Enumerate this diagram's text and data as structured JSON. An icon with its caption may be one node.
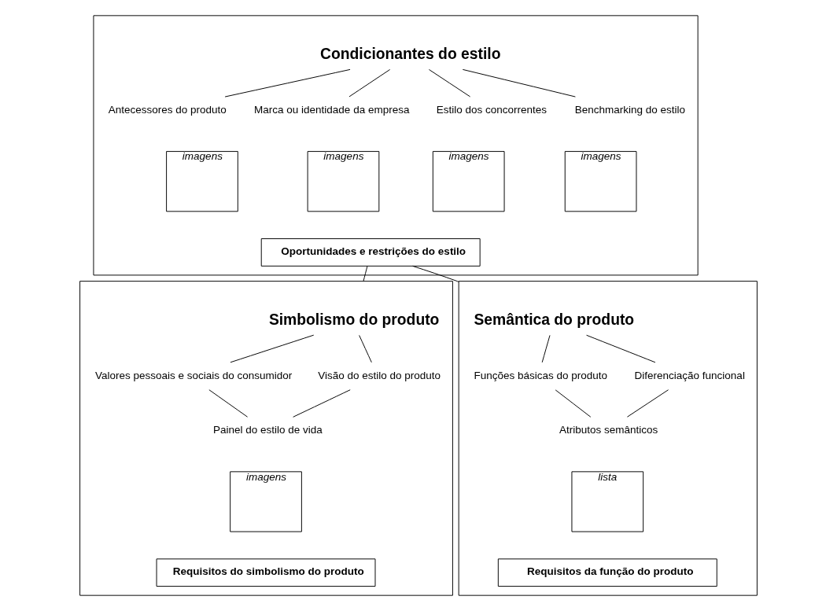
{
  "diagram": {
    "nodes": [
      {
        "text": [],
        "shape": "box"
      },
      {
        "text": [
          "Condicionantes do estilo"
        ],
        "in": 0
      },
      {
        "text": [
          "Antecessores do produto"
        ],
        "in": 0
      },
      {
        "text": [
          "Marca ou identidade da empresa"
        ],
        "in": 0
      },
      {
        "text": [
          "Estilo dos concorrentes"
        ],
        "in": 0
      },
      {
        "text": [
          "Benchmarking do estilo"
        ],
        "in": 0
      },
      {
        "text": [
          "imagens"
        ],
        "in": 0
      },
      {
        "text": [
          "imagens"
        ],
        "in": 0
      },
      {
        "text": [
          "imagens"
        ],
        "in": 0
      },
      {
        "text": [
          "imagens"
        ],
        "in": 0
      },
      {
        "text": [
          "Oportunidades e restrições do estilo"
        ],
        "in": 0
      },
      {
        "text": [],
        "shape": "box"
      },
      {
        "text": [
          "Simbolismo do produto"
        ],
        "in": 11
      },
      {
        "text": [
          "Valores pessoais e sociais do consumidor"
        ],
        "in": 11
      },
      {
        "text": [
          "Visão do estilo do produto"
        ],
        "in": 11
      },
      {
        "text": [
          "Painel do estilo de vida"
        ],
        "in": 11
      },
      {
        "text": [
          "imagens"
        ],
        "in": 11
      },
      {
        "text": [
          "Requisitos do simbolismo do produto"
        ],
        "in": 11
      },
      {
        "text": [],
        "shape": "box"
      },
      {
        "text": [
          "Semântica do produto"
        ],
        "in": 18
      },
      {
        "text": [
          "Funções básicas do produto"
        ],
        "in": 18
      },
      {
        "text": [
          "Diferenciação funcional"
        ],
        "in": 18
      },
      {
        "text": [
          "Atributos semânticos"
        ],
        "in": 18
      },
      {
        "text": [
          "lista"
        ],
        "in": 18
      },
      {
        "text": [
          "Requisitos da função do produto"
        ],
        "in": 18
      }
    ],
    "edges": [
      {
        "from": 1,
        "to": 2,
        "arrow": "none"
      },
      {
        "from": 1,
        "to": 3,
        "arrow": "none"
      },
      {
        "from": 1,
        "to": 4,
        "arrow": "none"
      },
      {
        "from": 1,
        "to": 5,
        "arrow": "none"
      },
      {
        "from": 10,
        "to": 11,
        "arrow": "none"
      },
      {
        "from": 10,
        "to": 18,
        "arrow": "none"
      },
      {
        "from": 12,
        "to": 13,
        "arrow": "none"
      },
      {
        "from": 12,
        "to": 14,
        "arrow": "none"
      },
      {
        "from": 13,
        "to": 15,
        "arrow": "none"
      },
      {
        "from": 14,
        "to": 15,
        "arrow": "none"
      },
      {
        "from": 19,
        "to": 20,
        "arrow": "none"
      },
      {
        "from": 19,
        "to": 21,
        "arrow": "none"
      },
      {
        "from": 20,
        "to": 22,
        "arrow": "none"
      },
      {
        "from": 21,
        "to": 22,
        "arrow": "none"
      }
    ]
  }
}
